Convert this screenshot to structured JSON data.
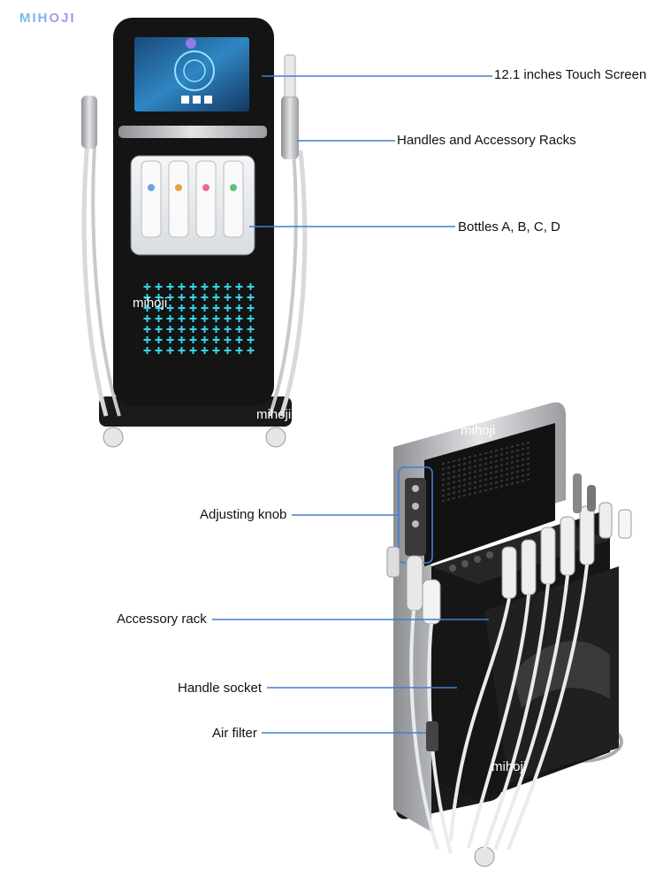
{
  "logo": "MIHOJI",
  "front_view": {
    "labels": {
      "screen": "12.1 inches Touch Screen",
      "handles": "Handles and Accessory Racks",
      "bottles": "Bottles A, B, C, D"
    },
    "watermarks": [
      "mihoji",
      "mihoji"
    ]
  },
  "back_view": {
    "labels": {
      "knob": "Adjusting knob",
      "rack": "Accessory rack",
      "socket": "Handle socket",
      "filter": "Air filter"
    },
    "watermarks": [
      "mihoji",
      "mihoji"
    ]
  },
  "colors": {
    "leader_line": "#3f7fcf",
    "led_glow": "#35d6e6",
    "body": "#141414"
  }
}
